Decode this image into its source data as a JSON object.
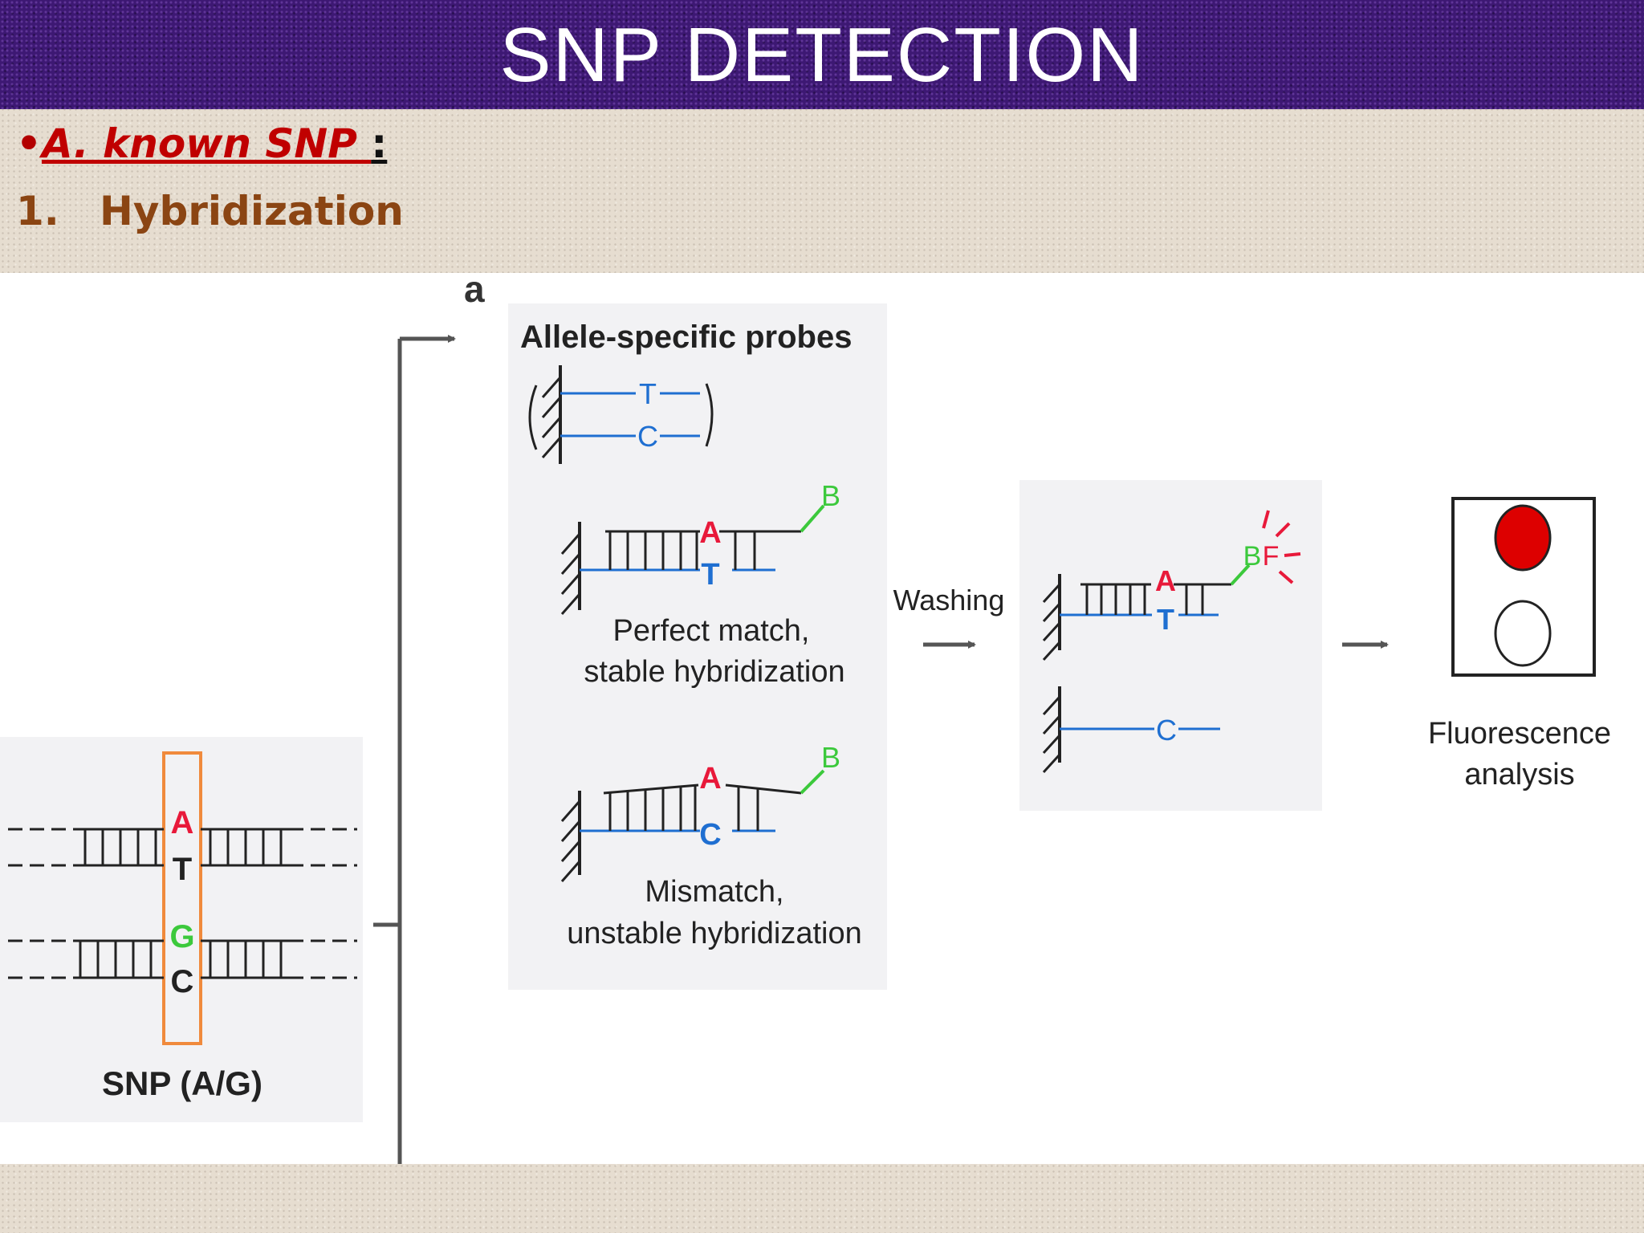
{
  "slide": {
    "title": "SNP DETECTION"
  },
  "content": {
    "bullet_marker": "•",
    "bullet_text": "A. known SNP ",
    "bullet_colon": ":",
    "item_number": "1.",
    "item_text": "Hybridization"
  },
  "figure": {
    "panel_label": "a",
    "probes_title": "Allele-specific probes",
    "bases": {
      "a": "A",
      "t": "T",
      "g": "G",
      "c": "C"
    },
    "biotin": "B",
    "fluor": "F",
    "perfect_line1": "Perfect match,",
    "perfect_line2": "stable hybridization",
    "mismatch_line1": "Mismatch,",
    "mismatch_line2": "unstable hybridization",
    "washing": "Washing",
    "analysis_line1": "Fluorescence",
    "analysis_line2": "analysis",
    "snp_label": "SNP (A/G)",
    "colors": {
      "red": "#e8193a",
      "blue": "#1f6fd1",
      "green": "#3cc93c",
      "orange": "#f08a3c",
      "panel": "#f2f2f4",
      "signal": "#dd0000"
    }
  }
}
